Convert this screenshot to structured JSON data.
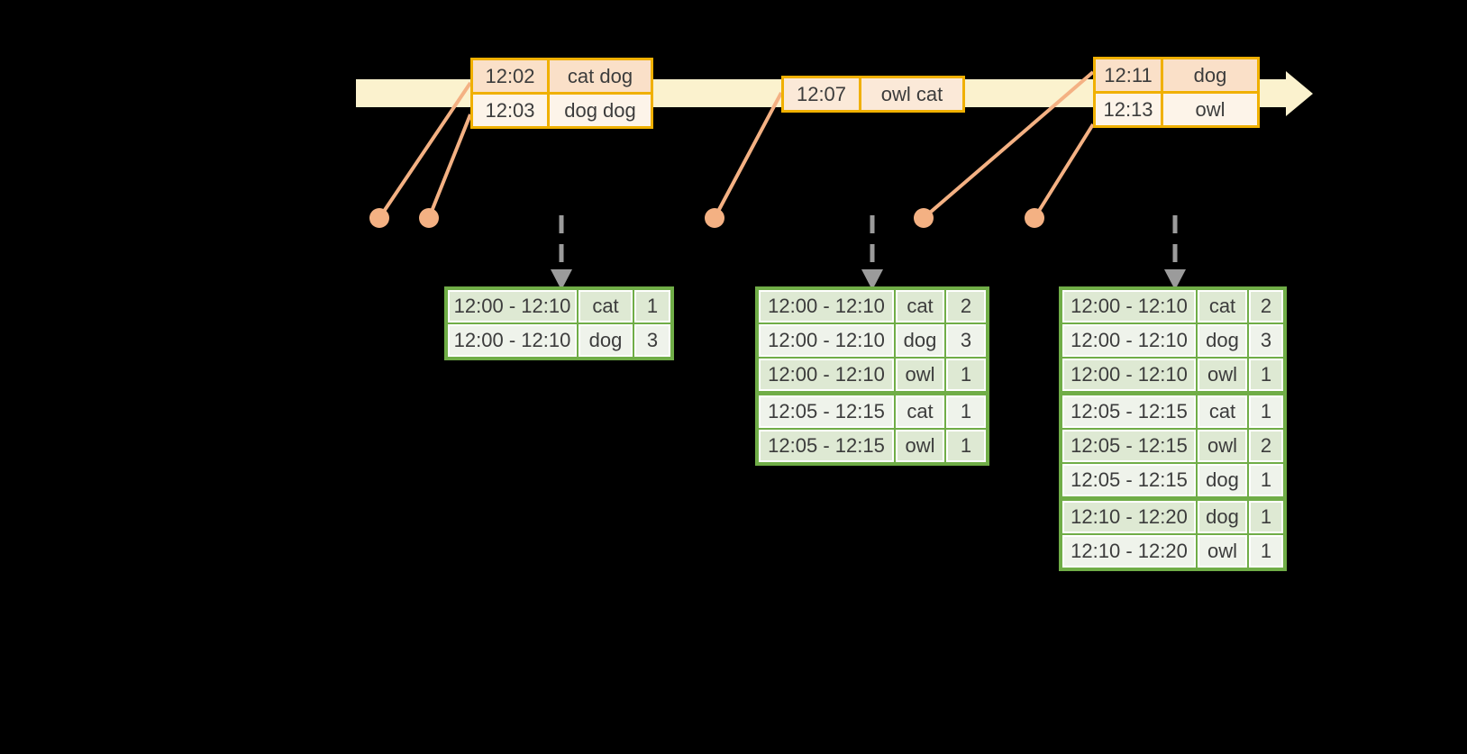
{
  "colors": {
    "background": "#000000",
    "timeline_band": "#FBF2CE",
    "input_table_border": "#F0B000",
    "input_row_fill_dark": "#FAE0C8",
    "input_row_fill_light": "#FDF4E9",
    "input_row_fill_mid": "#FBE9D8",
    "event_marker": "#F4B183",
    "trigger_arrow": "#9B9B9B",
    "result_table_border": "#70AD47",
    "result_row_fill_dark": "#DEE9D3",
    "result_row_fill_light": "#EFF3EB",
    "text": "#3C3C3C"
  },
  "input_batches": [
    {
      "rows": [
        {
          "time": "12:02",
          "events": "cat dog"
        },
        {
          "time": "12:03",
          "events": "dog dog"
        }
      ]
    },
    {
      "rows": [
        {
          "time": "12:07",
          "events": "owl cat"
        }
      ]
    },
    {
      "rows": [
        {
          "time": "12:11",
          "events": "dog"
        },
        {
          "time": "12:13",
          "events": "owl"
        }
      ]
    }
  ],
  "result_tables": [
    {
      "groups": [
        [
          {
            "window": "12:00 - 12:10",
            "word": "cat",
            "count": 1
          },
          {
            "window": "12:00 - 12:10",
            "word": "dog",
            "count": 3
          }
        ]
      ]
    },
    {
      "groups": [
        [
          {
            "window": "12:00 - 12:10",
            "word": "cat",
            "count": 2
          },
          {
            "window": "12:00 - 12:10",
            "word": "dog",
            "count": 3
          },
          {
            "window": "12:00 - 12:10",
            "word": "owl",
            "count": 1
          }
        ],
        [
          {
            "window": "12:05 - 12:15",
            "word": "cat",
            "count": 1
          },
          {
            "window": "12:05 - 12:15",
            "word": "owl",
            "count": 1
          }
        ]
      ]
    },
    {
      "groups": [
        [
          {
            "window": "12:00 - 12:10",
            "word": "cat",
            "count": 2
          },
          {
            "window": "12:00 - 12:10",
            "word": "dog",
            "count": 3
          },
          {
            "window": "12:00 - 12:10",
            "word": "owl",
            "count": 1
          }
        ],
        [
          {
            "window": "12:05 - 12:15",
            "word": "cat",
            "count": 1
          },
          {
            "window": "12:05 - 12:15",
            "word": "owl",
            "count": 2
          },
          {
            "window": "12:05 - 12:15",
            "word": "dog",
            "count": 1
          }
        ],
        [
          {
            "window": "12:10 - 12:20",
            "word": "dog",
            "count": 1
          },
          {
            "window": "12:10 - 12:20",
            "word": "owl",
            "count": 1
          }
        ]
      ]
    }
  ]
}
